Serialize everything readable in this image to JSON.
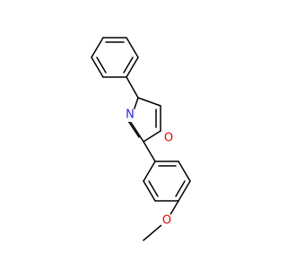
{
  "molecule": {
    "atoms": {
      "nitrogen": {
        "symbol": "N",
        "color": "#2a2ad6"
      },
      "ring_oxygen": {
        "symbol": "O",
        "color": "#e00000"
      },
      "methoxy_oxygen": {
        "symbol": "O",
        "color": "#e00000"
      }
    }
  }
}
